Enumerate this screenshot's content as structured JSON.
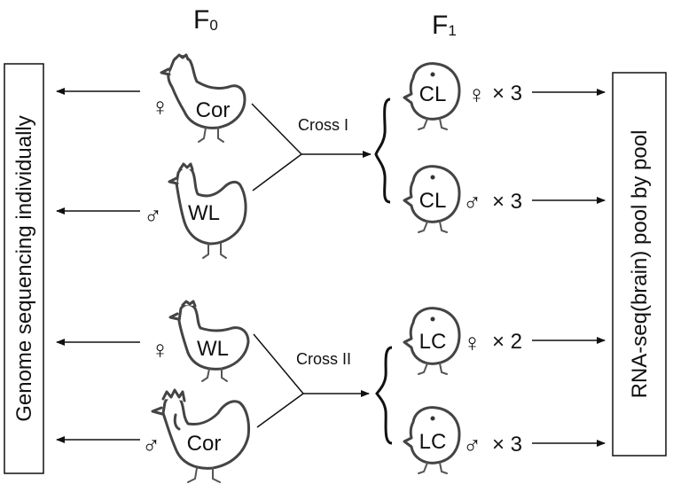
{
  "header": {
    "f0": {
      "base": "F",
      "sub": "0"
    },
    "f1": {
      "base": "F",
      "sub": "1"
    }
  },
  "left_box": {
    "label": "Genome sequencing individually"
  },
  "right_box": {
    "label": "RNA-seq(brain) pool by pool"
  },
  "parents": [
    {
      "breed": "Cor",
      "sex_symbol": "♀",
      "bird_type": "hen"
    },
    {
      "breed": "WL",
      "sex_symbol": "♂",
      "bird_type": "hen"
    },
    {
      "breed": "WL",
      "sex_symbol": "♀",
      "bird_type": "hen"
    },
    {
      "breed": "Cor",
      "sex_symbol": "♂",
      "bird_type": "rooster"
    }
  ],
  "crosses": [
    {
      "label": "Cross I"
    },
    {
      "label": "Cross II"
    }
  ],
  "offspring": [
    {
      "breed": "CL",
      "sex_symbol": "♀",
      "count_text": "× 3"
    },
    {
      "breed": "CL",
      "sex_symbol": "♂",
      "count_text": "× 3"
    },
    {
      "breed": "LC",
      "sex_symbol": "♀",
      "count_text": "× 2"
    },
    {
      "breed": "LC",
      "sex_symbol": "♂",
      "count_text": "× 3"
    }
  ]
}
